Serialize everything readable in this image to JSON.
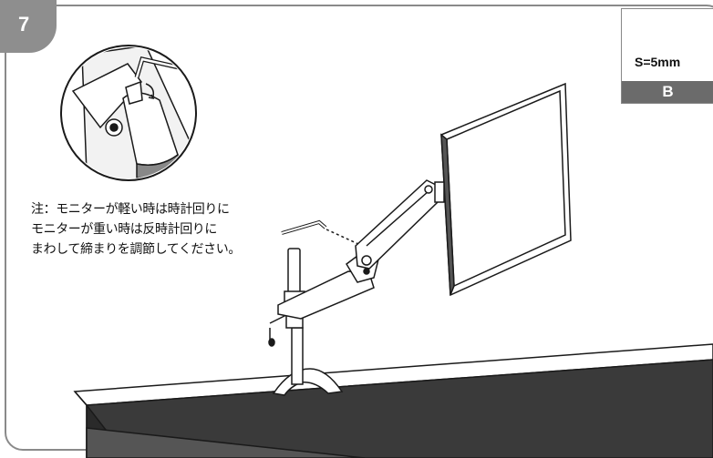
{
  "step": {
    "number": "7"
  },
  "tool": {
    "spec": "S=5mm",
    "label": "B"
  },
  "note": {
    "lines": [
      "注：モニターが軽い時は時計回りに",
      "モニターが重い時は反時計回りに",
      "まわして締まりを調節してください。"
    ]
  },
  "colors": {
    "frame": "#8a8a8a",
    "badge": "#8e8e8e",
    "tool_label_bg": "#6b6b6b",
    "line_art": "#1a1a1a"
  }
}
